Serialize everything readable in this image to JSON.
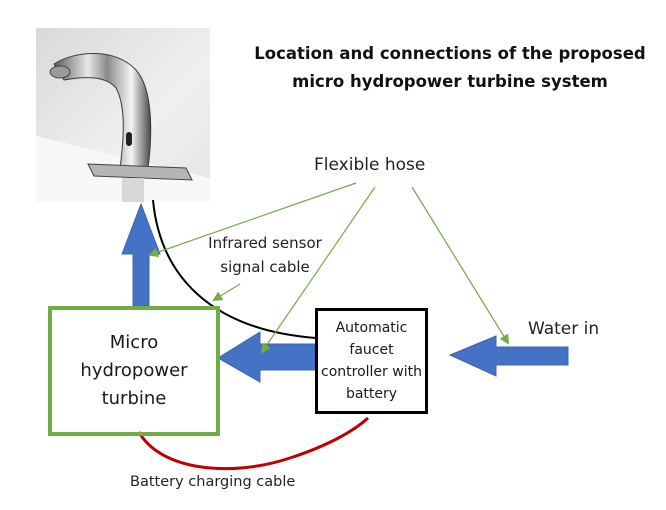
{
  "title": {
    "line1": "Location and connections of the proposed",
    "line2": "micro hydropower turbine system"
  },
  "image": {
    "subject": "automatic-faucet-photo"
  },
  "labels": {
    "flexible_hose": "Flexible hose",
    "infrared_sensor_line1": "Infrared sensor",
    "infrared_sensor_line2": "signal cable",
    "water_in": "Water in",
    "battery_cable": "Battery charging cable"
  },
  "boxes": {
    "turbine": {
      "line1": "Micro",
      "line2": "hydropower",
      "line3": "turbine",
      "border_color": "#70ad47"
    },
    "controller": {
      "line1": "Automatic",
      "line2": "faucet",
      "line3": "controller with",
      "line4": "battery",
      "border_color": "#000000"
    }
  },
  "colors": {
    "water_arrow": "#4472c4",
    "hose_pointer": "#70ad47",
    "signal_cable": "#000000",
    "charging_cable": "#c00000"
  }
}
